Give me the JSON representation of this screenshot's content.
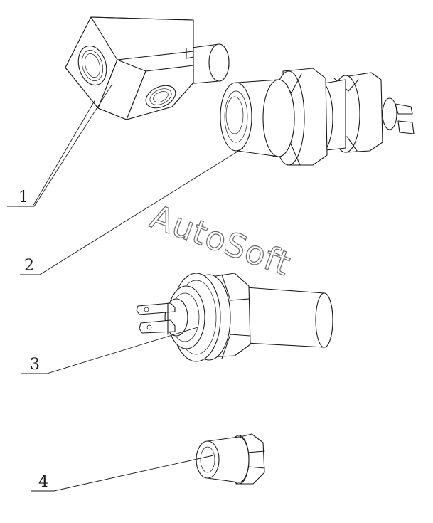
{
  "watermark": "AutoSoft",
  "callouts": [
    {
      "label": "1",
      "part": "block-fitting"
    },
    {
      "label": "2",
      "part": "hex-threaded-sensor"
    },
    {
      "label": "3",
      "part": "terminal-sender"
    },
    {
      "label": "4",
      "part": "cap-nut"
    }
  ],
  "colors": {
    "line": "#1a1a1a",
    "watermark_outline": "#6a6a6a",
    "background": "#ffffff"
  }
}
